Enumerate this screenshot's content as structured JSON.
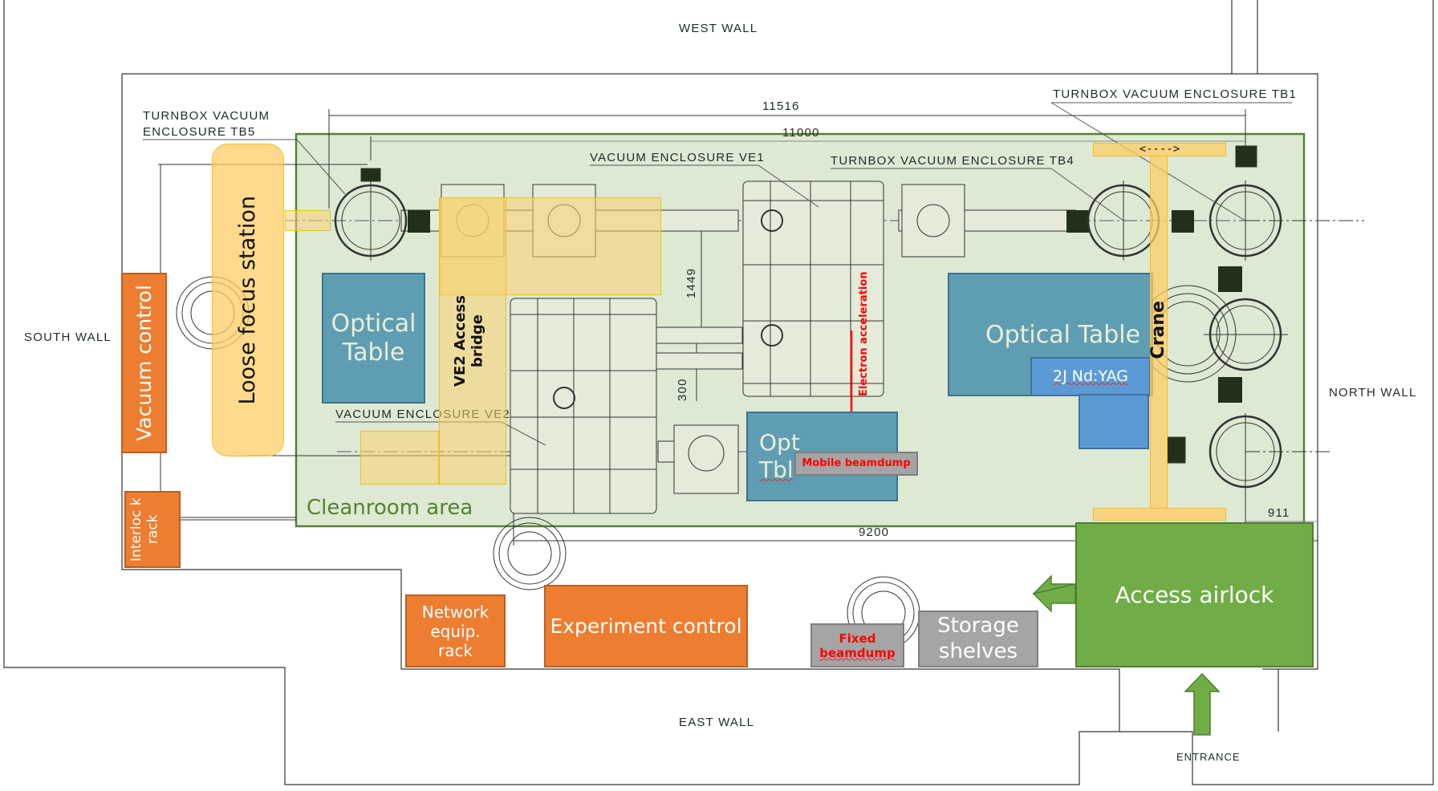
{
  "walls": {
    "west": "WEST WALL",
    "east": "EAST WALL",
    "south": "SOUTH WALL",
    "north": "NORTH WALL",
    "entrance": "ENTRANCE"
  },
  "cad_labels": {
    "tb5_line1": "TURNBOX VACUUM",
    "tb5_line2": "ENCLOSURE TB5",
    "ve1": "VACUUM ENCLOSURE VE1",
    "tb4": "TURNBOX VACUUM ENCLOSURE TB4",
    "tb1": "TURNBOX VACUUM ENCLOSURE TB1",
    "ve2": "VACUUM ENCLOSURE VE2"
  },
  "dimensions": {
    "d11516": "11516",
    "d11000": "11000",
    "d1449": "1449",
    "d300": "300",
    "d9200": "9200",
    "d911": "911"
  },
  "zones": {
    "cleanroom": "Cleanroom area",
    "loose_focus": "Loose focus station",
    "vacuum_control": "Vacuum control",
    "interlock_rack": "Interloc k rack",
    "optical_table_left_1": "Optical",
    "optical_table_left_2": "Table",
    "ve2_bridge_1": "VE2 Access",
    "ve2_bridge_2": "bridge",
    "optical_table_right": "Optical Table",
    "nd_yag": "2J Nd:YAG",
    "crane": "Crane",
    "crane_arrow": "<---->",
    "opt_tbl_1": "Opt",
    "opt_tbl_2": "Tbl",
    "mobile_beamdump": "Mobile beamdump",
    "electron_acceleration": "Electron acceleration",
    "network_rack_1": "Network",
    "network_rack_2": "equip.",
    "network_rack_3": "rack",
    "experiment_control": "Experiment control",
    "fixed_beamdump_1": "Fixed",
    "fixed_beamdump_2": "beamdump",
    "storage_1": "Storage",
    "storage_2": "shelves",
    "access_airlock": "Access airlock"
  },
  "colors": {
    "cleanroom_fill": "#dde9d3",
    "cleanroom_border": "#548235",
    "orange": "#ed7d31",
    "teal": "#5f9eb2",
    "blue": "#5b9bd5",
    "grey": "#a5a5a5",
    "green": "#70ad47",
    "yellow": "#ffd580",
    "red": "#ff0000"
  }
}
